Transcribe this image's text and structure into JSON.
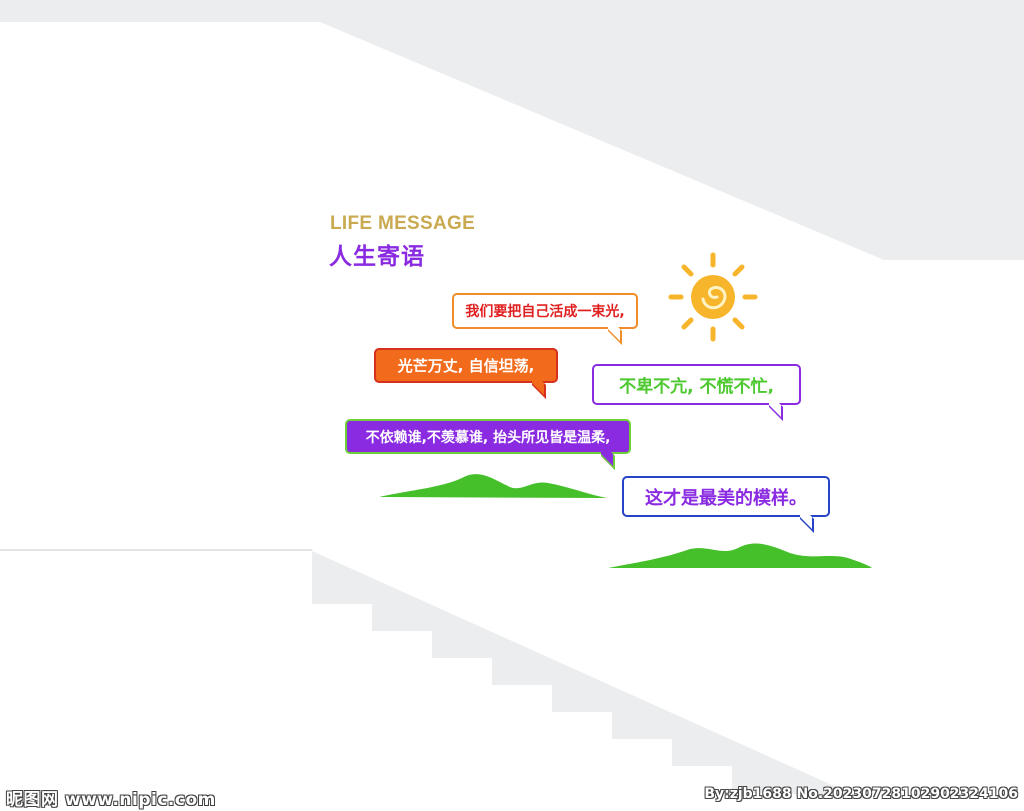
{
  "heading": {
    "english": "LIFE MESSAGE",
    "chinese": "人生寄语"
  },
  "bubbles": [
    {
      "text": "我们要把自己活成一束光,"
    },
    {
      "text": "光芒万丈, 自信坦荡,"
    },
    {
      "text": "不卑不亢, 不慌不忙,"
    },
    {
      "text": "不依赖谁,不羡慕谁, 抬头所见皆是温柔,"
    },
    {
      "text": "这才是最美的模样。"
    }
  ],
  "watermark": {
    "left": "昵图网 www.nipic.com",
    "right": "By:zjb1688 No.20230728102902324106"
  },
  "colors": {
    "wall_gray": "#ebedee",
    "heading_gold": "#c9aa50",
    "heading_purple": "#8a2be2",
    "sun_yellow": "#f7b52c",
    "hill_green": "#45c02a"
  },
  "icons": [
    "sun-icon",
    "hill-left",
    "hill-right"
  ]
}
